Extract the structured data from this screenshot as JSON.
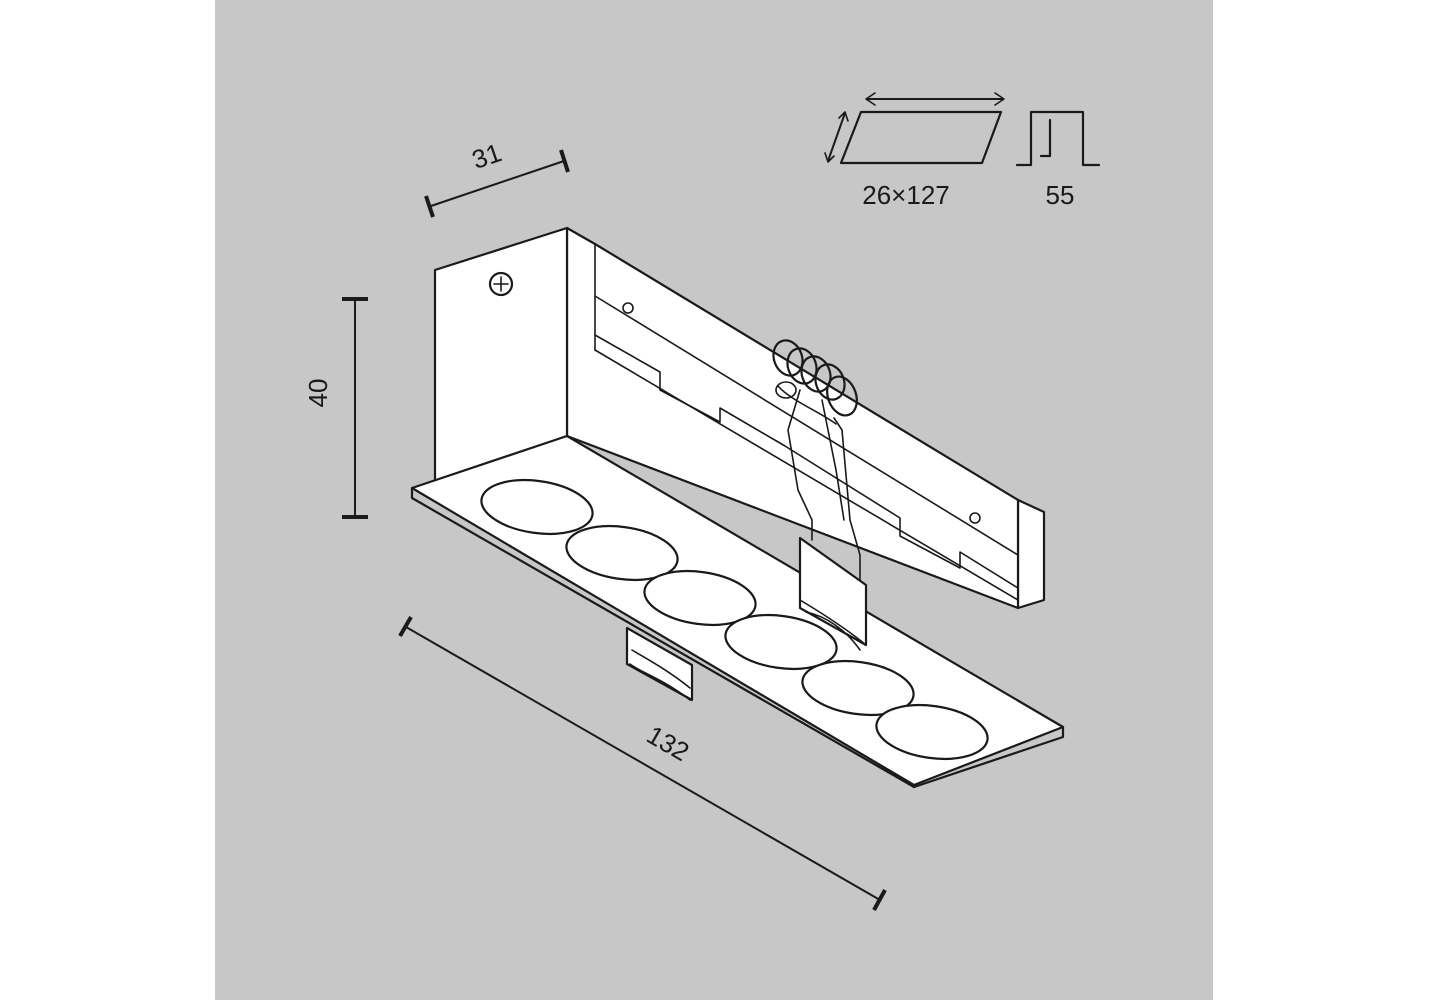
{
  "drawing": {
    "dimensions": {
      "width_label": "31",
      "height_label": "40",
      "length_label": "132"
    },
    "cutout": {
      "size_label": "26×127",
      "depth_label": "55"
    }
  },
  "colors": {
    "background": "#ffffff",
    "panel": "#c7c7c7",
    "line": "#1a1a1a",
    "body_fill": "#ffffff"
  }
}
